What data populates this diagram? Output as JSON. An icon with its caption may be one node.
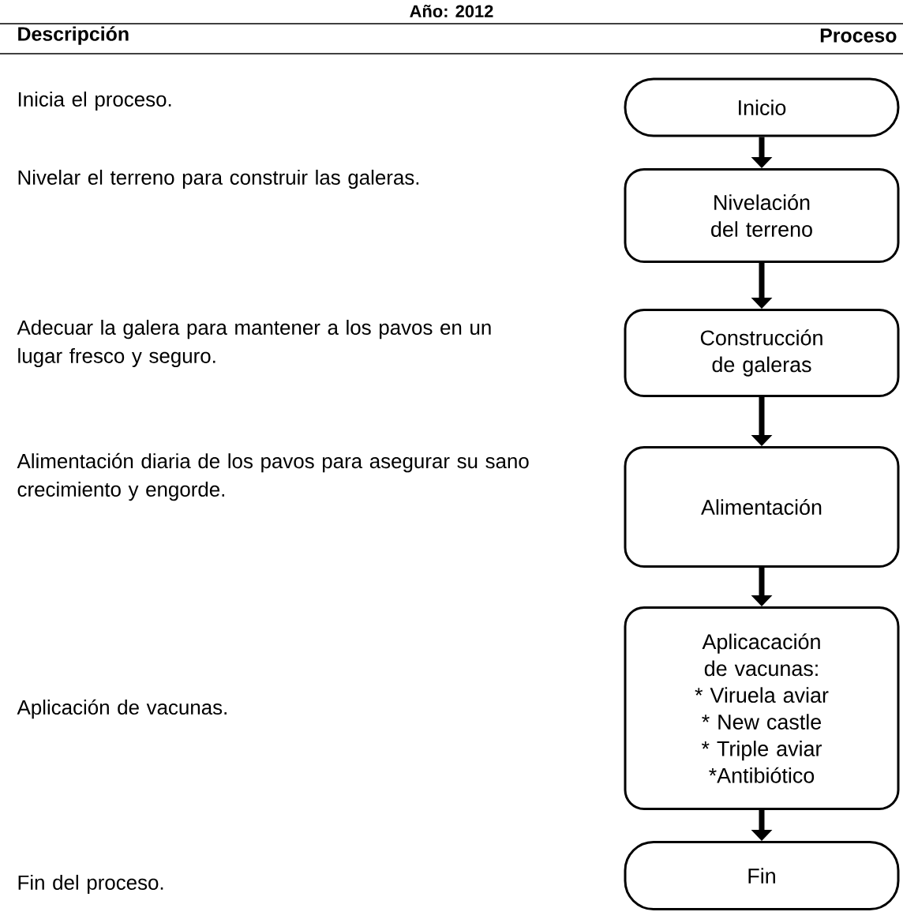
{
  "diagram": {
    "title": "Año: 2012",
    "nodes": [
      {
        "text": [
          "Inicio"
        ]
      },
      {
        "text": [
          "Nivelación del terreno"
        ]
      },
      {
        "text": [
          "Construcción de galeras"
        ]
      },
      {
        "text": [
          "Alimentación"
        ]
      },
      {
        "text": [
          "Aplicacación de vacunas:",
          "* Viruela aviar",
          "* New castle",
          "* Triple aviar",
          "*Antibiótico"
        ]
      },
      {
        "text": [
          "Fin"
        ]
      }
    ],
    "edges": [
      {
        "from": 0,
        "to": 1,
        "arrow": "to"
      },
      {
        "from": 1,
        "to": 2,
        "arrow": "to"
      },
      {
        "from": 2,
        "to": 3,
        "arrow": "to"
      },
      {
        "from": 3,
        "to": 4,
        "arrow": "to"
      },
      {
        "from": 4,
        "to": 5,
        "arrow": "to"
      }
    ],
    "labels": [
      "Descripción",
      "Proceso",
      "Inicia el proceso.",
      "Nivelar el terreno para construir las galeras.",
      "Adecuar la galera para mantener a los pavos en un lugar fresco y seguro.",
      "Alimentación diaria de los pavos para asegurar su sano crecimiento y engorde.",
      "Aplicación de vacunas.",
      "Fin del proceso."
    ]
  }
}
